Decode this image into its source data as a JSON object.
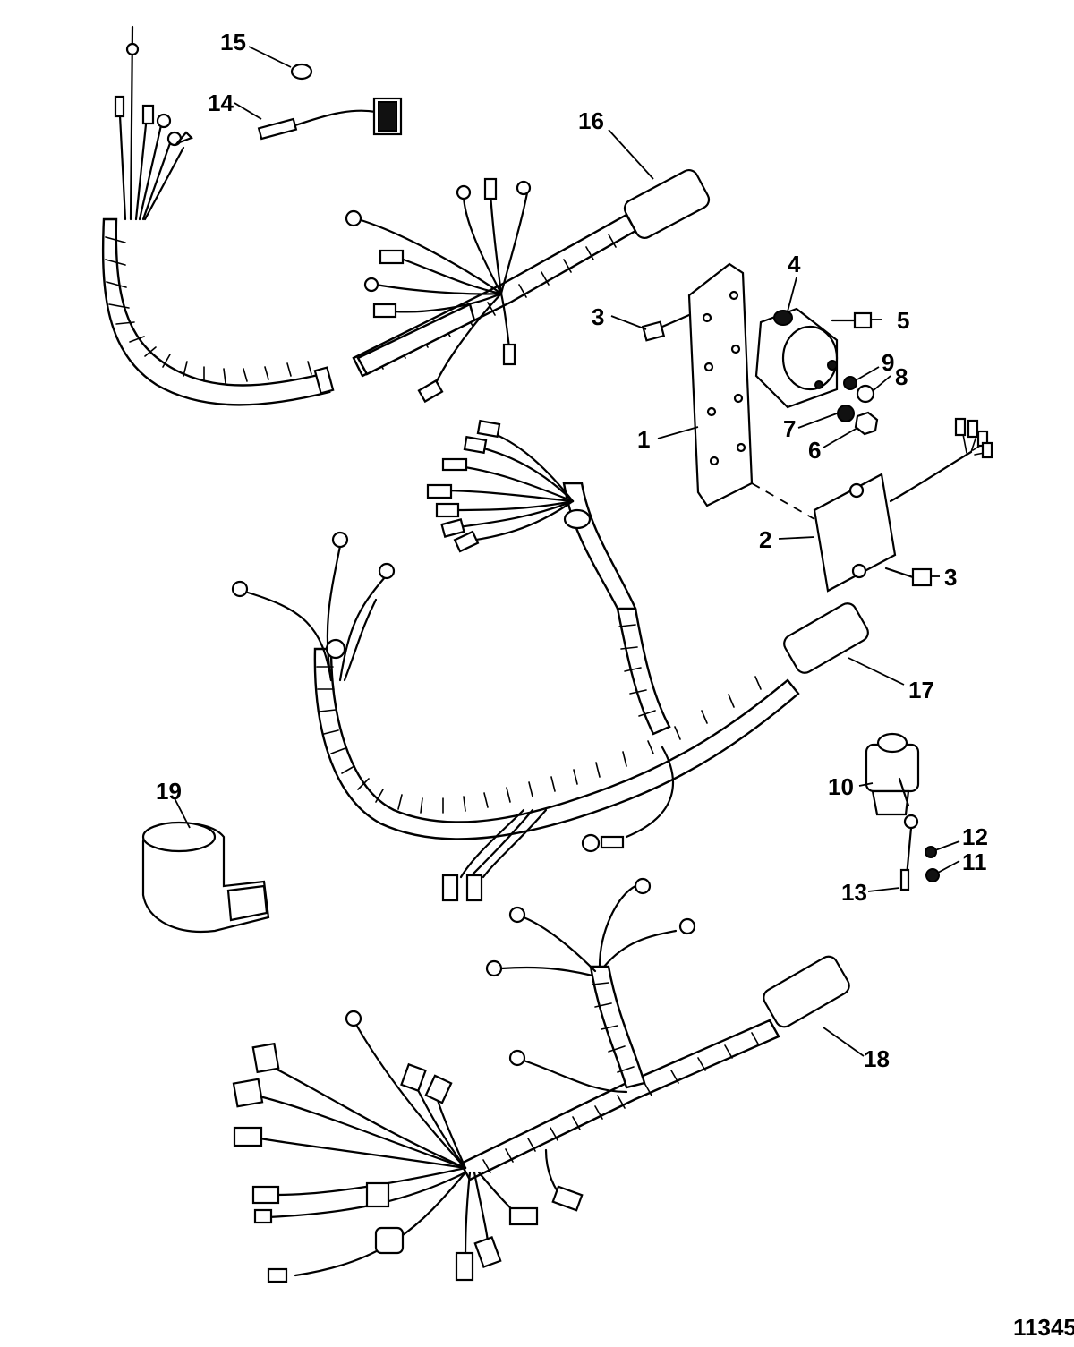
{
  "figure_number": "11345",
  "callouts": [
    {
      "id": "c1",
      "label": "1"
    },
    {
      "id": "c2",
      "label": "2"
    },
    {
      "id": "c3a",
      "label": "3"
    },
    {
      "id": "c3b",
      "label": "3"
    },
    {
      "id": "c4",
      "label": "4"
    },
    {
      "id": "c5",
      "label": "5"
    },
    {
      "id": "c6",
      "label": "6"
    },
    {
      "id": "c7",
      "label": "7"
    },
    {
      "id": "c8",
      "label": "8"
    },
    {
      "id": "c9",
      "label": "9"
    },
    {
      "id": "c10",
      "label": "10"
    },
    {
      "id": "c11",
      "label": "11"
    },
    {
      "id": "c12",
      "label": "12"
    },
    {
      "id": "c13",
      "label": "13"
    },
    {
      "id": "c14",
      "label": "14"
    },
    {
      "id": "c15",
      "label": "15"
    },
    {
      "id": "c16",
      "label": "16"
    },
    {
      "id": "c17",
      "label": "17"
    },
    {
      "id": "c18",
      "label": "18"
    },
    {
      "id": "c19",
      "label": "19"
    }
  ]
}
